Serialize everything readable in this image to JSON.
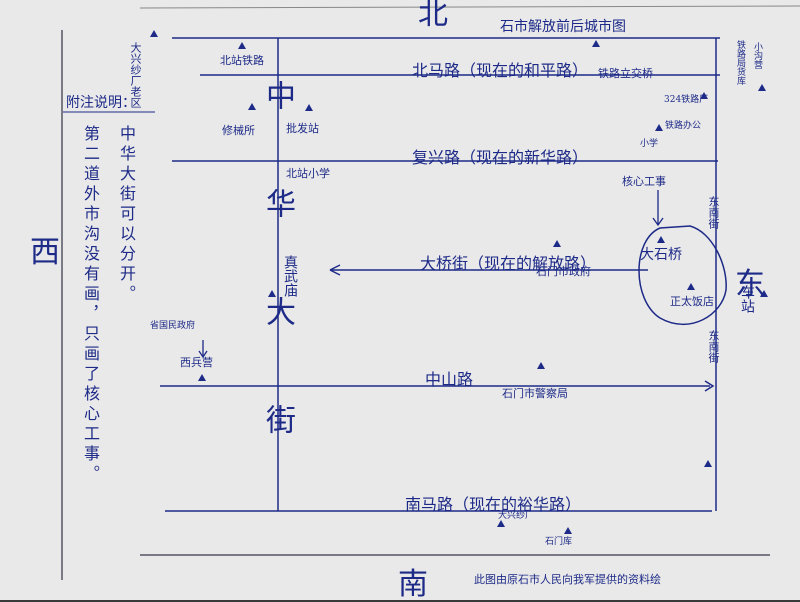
{
  "colors": {
    "ink": "#1d2a88",
    "paper": "#e9e9e9",
    "pencil": "#555566"
  },
  "map": {
    "title": "石市解放前后城市图",
    "north": "北",
    "south": "南",
    "west": "西",
    "east": "东",
    "center_street": "中华大街",
    "roads": {
      "beima": "北马路（现在的和平路）",
      "fuxing": "复兴路（现在的新华路）",
      "dagiao": "大桥街（现在的解放路）",
      "zhongshan": "中山路",
      "nanma": "南马路（现在的裕华路）"
    },
    "places": {
      "kuaiyuan": "大兴纱厂老区",
      "yuantian": "北站铁路",
      "xiaoshi": "铁路立交桥",
      "junfu": "修械所",
      "jizhi": "批发站",
      "beishi": "北站小学",
      "chezhan_north": "铁路局货库",
      "nanma_km": "324铁路厂",
      "yizhan": "铁路办公",
      "xiaoxue": "小学",
      "hexin": "核心工事",
      "daqiao": "大石桥",
      "zhengtai": "正太饭店",
      "zhenjin": "真武庙",
      "shizhengfu": "石门市政府",
      "xijiaochang": "省国民政府",
      "xiaojiao": "西兵营",
      "jingchaju": "石门市警察局",
      "dasha": "大兴纱厂",
      "shiku": "石门库",
      "dongtiemen": "东南街",
      "chezhan": "车站",
      "dongnan_jie": "东南街",
      "xiaogou": "小沟营"
    },
    "notes": {
      "heading": "附注说明：",
      "col1": "中华大街可以分开。",
      "col2": "第二道外市沟没有画，只画了核心工事。"
    },
    "footer": "此图由原石市人民向我军提供的资料绘"
  }
}
